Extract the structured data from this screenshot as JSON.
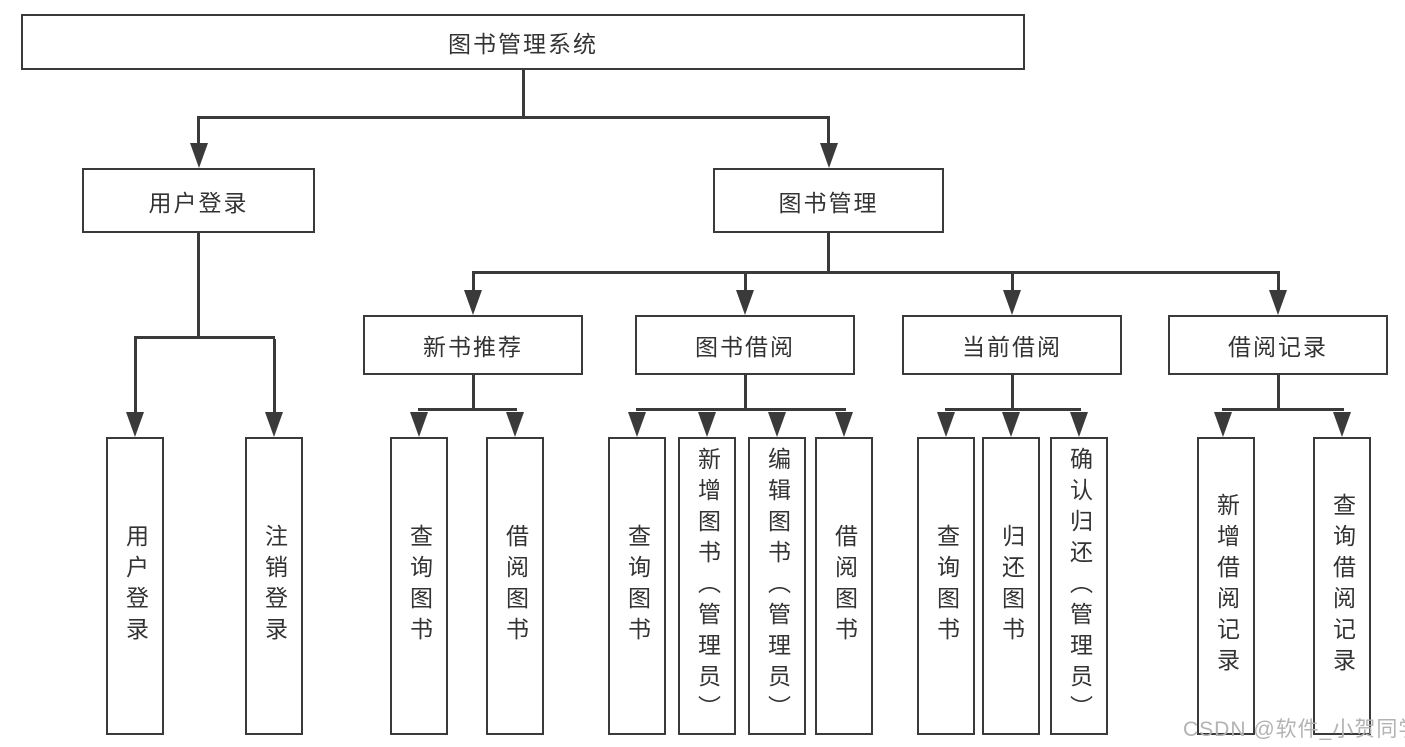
{
  "colors": {
    "line": "#3a3a3a",
    "text": "#333333",
    "background": "#ffffff",
    "box_fill": "#ffffff",
    "watermark": "#b3b3b3"
  },
  "tree": {
    "root": "图书管理系统",
    "children": [
      {
        "label": "用户登录",
        "children": [
          {
            "label": "用户登录"
          },
          {
            "label": "注销登录"
          }
        ]
      },
      {
        "label": "图书管理",
        "children": [
          {
            "label": "新书推荐",
            "children": [
              {
                "label": "查询图书"
              },
              {
                "label": "借阅图书"
              }
            ]
          },
          {
            "label": "图书借阅",
            "children": [
              {
                "label": "查询图书"
              },
              {
                "label": "新增图书（管理员）"
              },
              {
                "label": "编辑图书（管理员）"
              },
              {
                "label": "借阅图书"
              }
            ]
          },
          {
            "label": "当前借阅",
            "children": [
              {
                "label": "查询图书"
              },
              {
                "label": "归还图书"
              },
              {
                "label": "确认归还（管理员）"
              }
            ]
          },
          {
            "label": "借阅记录",
            "children": [
              {
                "label": "新增借阅记录"
              },
              {
                "label": "查询借阅记录"
              }
            ]
          }
        ]
      }
    ]
  },
  "watermark": {
    "text": "CSDN @软件_小贺同学"
  }
}
